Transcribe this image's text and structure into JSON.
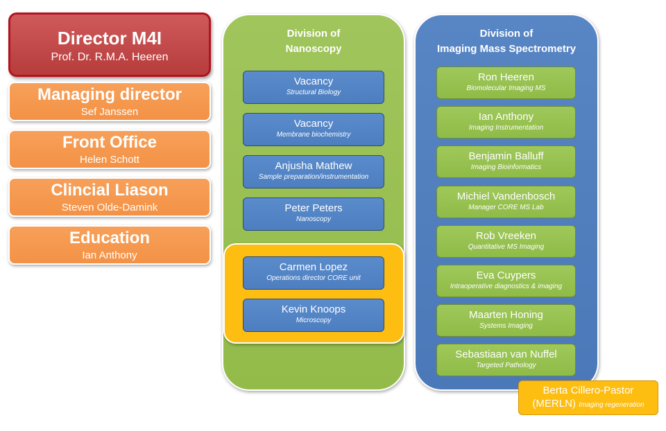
{
  "director": {
    "title": "Director M4I",
    "name": "Prof. Dr. R.M.A. Heeren"
  },
  "left_boxes": [
    {
      "title": "Managing director",
      "name": "Sef Janssen"
    },
    {
      "title": "Front Office",
      "name": "Helen Schott"
    },
    {
      "title": "Clincial Liason",
      "name": "Steven Olde-Damink"
    },
    {
      "title": "Education",
      "name": "Ian Anthony"
    }
  ],
  "nanoscopy": {
    "title_line1": "Division of",
    "title_line2": "Nanoscopy",
    "members": [
      {
        "name": "Vacancy",
        "role": "Structural Biology"
      },
      {
        "name": "Vacancy",
        "role": "Membrane biochemistry"
      },
      {
        "name": "Anjusha Mathew",
        "role": "Sample preparation/instrumentation"
      },
      {
        "name": "Peter Peters",
        "role": "Nanoscopy"
      }
    ],
    "core_members": [
      {
        "name": "Carmen Lopez",
        "role": "Operations director CORE unit"
      },
      {
        "name": "Kevin Knoops",
        "role": "Microscopy"
      }
    ]
  },
  "ims": {
    "title_line1": "Division of",
    "title_line2": "Imaging Mass Spectrometry",
    "members": [
      {
        "name": "Ron Heeren",
        "role": "Biomolecular Imaging MS"
      },
      {
        "name": "Ian Anthony",
        "role": "Imaging Instrumentation"
      },
      {
        "name": "Benjamin Balluff",
        "role": "Imaging Bioinformatics"
      },
      {
        "name": "Michiel Vandenbosch",
        "role": "Manager CORE MS Lab"
      },
      {
        "name": "Rob Vreeken",
        "role": "Quantitative MS Imaging"
      },
      {
        "name": "Eva Cuypers",
        "role": "Intraoperative diagnostics & imaging"
      },
      {
        "name": "Maarten Honing",
        "role": "Systems Imaging"
      },
      {
        "name": "Sebastiaan van Nuffel",
        "role": "Targeted Pathology"
      }
    ]
  },
  "external": {
    "name": "Berta Cillero-Pastor",
    "affiliation": "(MERLN)",
    "role": "Imaging regeneration"
  }
}
